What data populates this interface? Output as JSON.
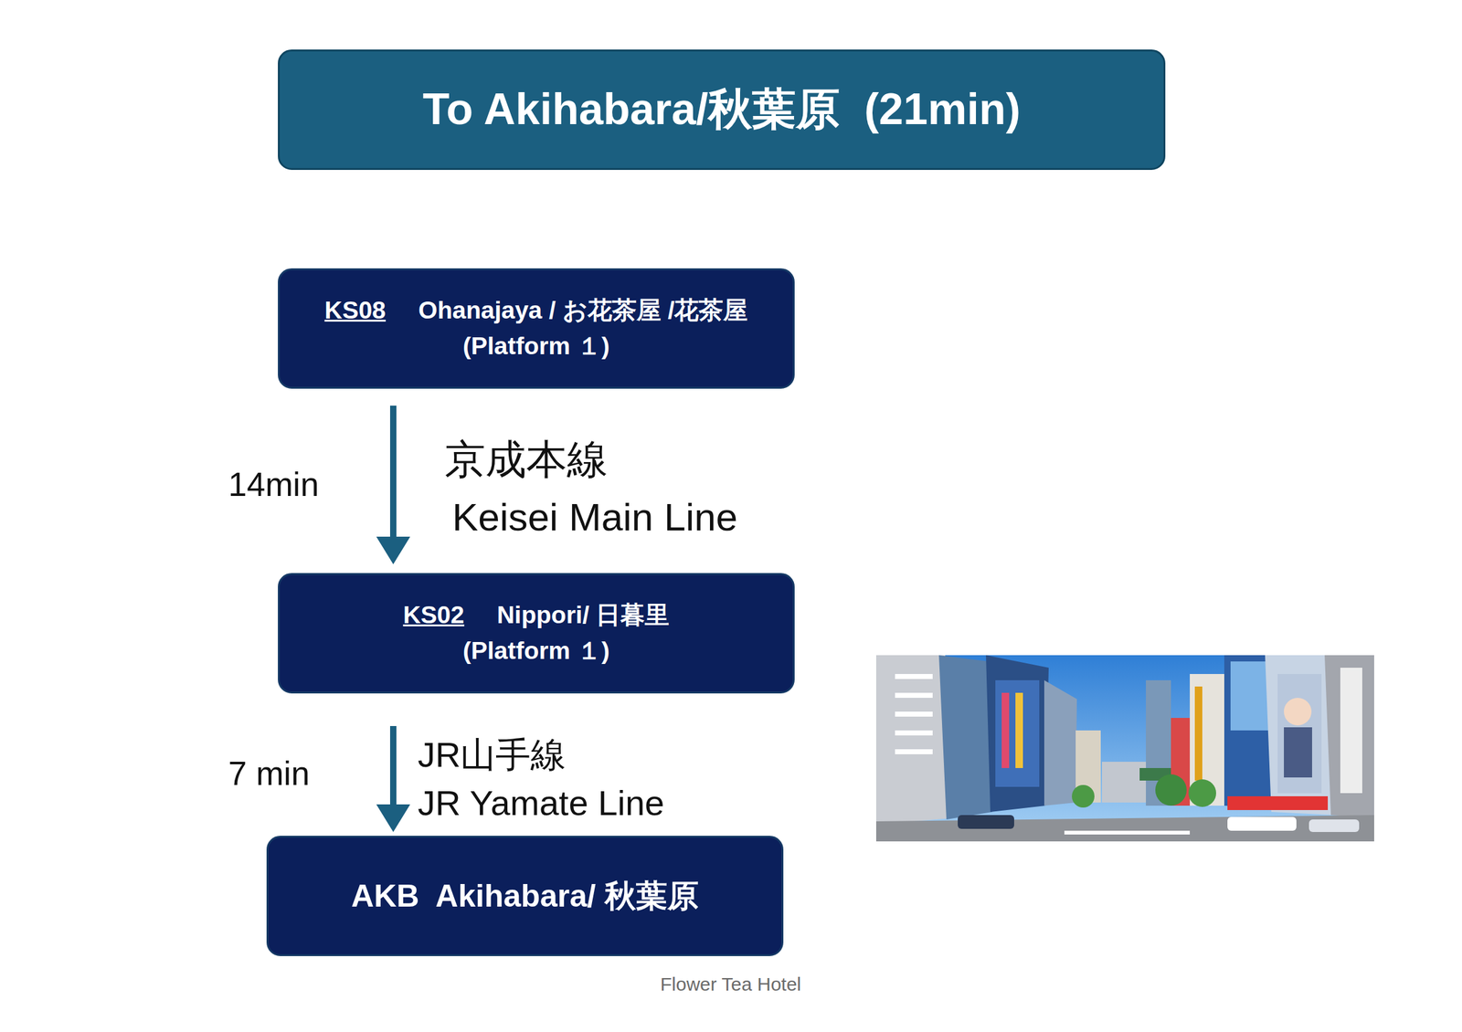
{
  "diagram": {
    "title": "To Akihabara/秋葉原  (21min)",
    "nodes": [
      {
        "text": [
          "KS08",
          "Ohanajaya / お花茶屋 /花茶屋",
          "(Platform １)"
        ]
      },
      {
        "text": [
          "KS02",
          "Nippori/ 日暮里",
          "(Platform １)"
        ]
      },
      {
        "text": [
          "AKB  Akihabara/ 秋葉原"
        ]
      }
    ],
    "edges": [
      {
        "from": 0,
        "to": 1,
        "arrow": "to",
        "label": "14min"
      },
      {
        "from": 1,
        "to": 2,
        "arrow": "to",
        "label": "7 min"
      }
    ],
    "labels": [
      "京成本線",
      "Keisei Main Line",
      "JR山手線",
      "JR Yamate Line",
      "Flower Tea Hotel"
    ]
  }
}
